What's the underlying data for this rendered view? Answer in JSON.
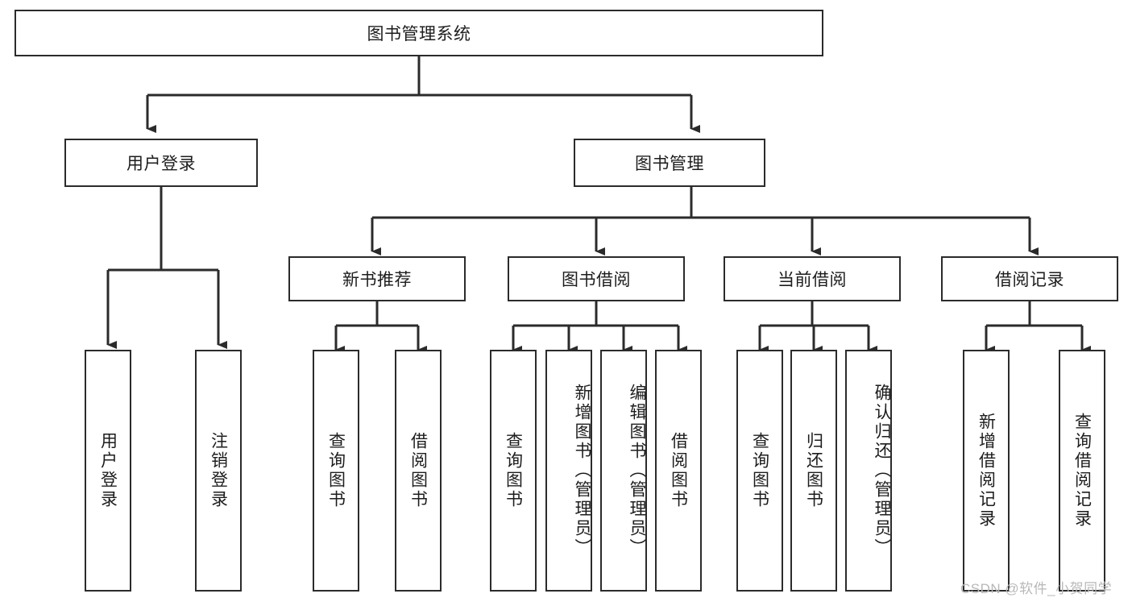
{
  "diagram": {
    "title": "图书管理系统",
    "type": "hierarchy-tree",
    "root": {
      "label": "图书管理系统"
    },
    "level2": [
      {
        "label": "用户登录"
      },
      {
        "label": "图书管理"
      }
    ],
    "user_login_leaves": [
      {
        "label": "用户登录"
      },
      {
        "label": "注销登录"
      }
    ],
    "book_mgmt_children": [
      {
        "label": "新书推荐"
      },
      {
        "label": "图书借阅"
      },
      {
        "label": "当前借阅"
      },
      {
        "label": "借阅记录"
      }
    ],
    "new_book_leaves": [
      {
        "label": "查询图书"
      },
      {
        "label": "借阅图书"
      }
    ],
    "borrow_leaves": [
      {
        "label": "查询图书"
      },
      {
        "label": "新增图书（管理员）"
      },
      {
        "label": "编辑图书（管理员）"
      },
      {
        "label": "借阅图书"
      }
    ],
    "current_borrow_leaves": [
      {
        "label": "查询图书"
      },
      {
        "label": "归还图书"
      },
      {
        "label": "确认归还（管理员）"
      }
    ],
    "record_leaves": [
      {
        "label": "新增借阅记录"
      },
      {
        "label": "查询借阅记录"
      }
    ]
  },
  "watermark": {
    "text": "CSDN @软件_小贺同学"
  },
  "colors": {
    "stroke": "#2b2b2b",
    "fill": "#ffffff",
    "text": "#1d1d1d",
    "watermark": "#b8b8b8"
  }
}
